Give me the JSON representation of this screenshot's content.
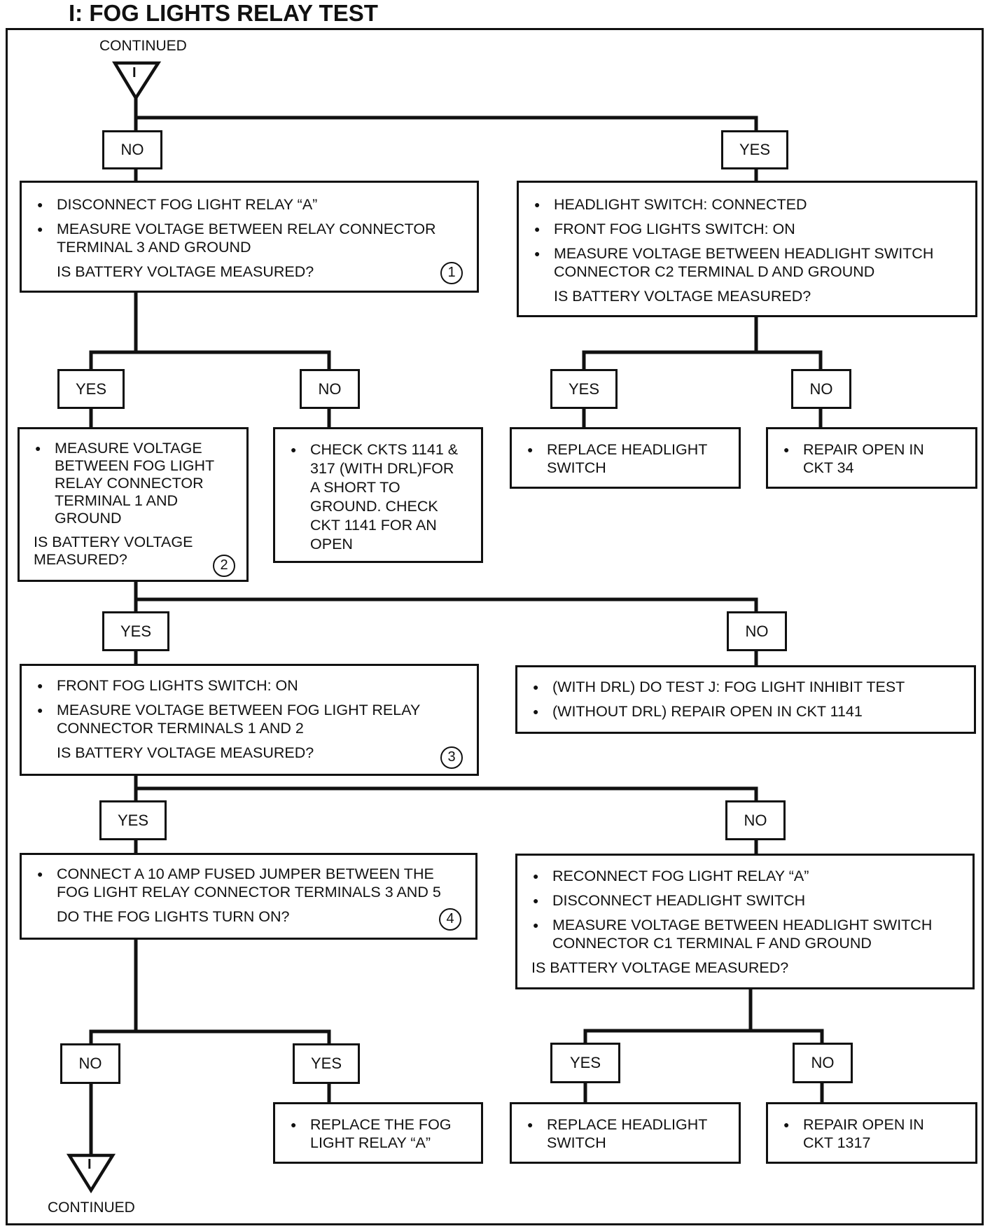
{
  "title": "I: FOG LIGHTS RELAY TEST",
  "continued_top": "CONTINUED",
  "continued_bottom": "CONTINUED",
  "connector_letter": "I",
  "labels": {
    "no_1": "NO",
    "yes_1": "YES",
    "yes_2": "YES",
    "no_2": "NO",
    "yes_3": "YES",
    "no_3": "NO",
    "yes_4": "YES",
    "no_4": "NO",
    "yes_5": "YES",
    "no_5": "NO",
    "no_6": "NO",
    "yes_6": "YES",
    "yes_7": "YES",
    "no_7": "NO"
  },
  "boxes": {
    "step1": {
      "items": [
        "DISCONNECT FOG LIGHT RELAY “A”",
        "MEASURE VOLTAGE BETWEEN RELAY CONNECTOR\nTERMINAL 3 AND GROUND"
      ],
      "question": "IS BATTERY VOLTAGE MEASURED?",
      "number": "1"
    },
    "headlight_check": {
      "items": [
        "HEADLIGHT SWITCH: CONNECTED",
        "FRONT FOG LIGHTS SWITCH: ON",
        "MEASURE VOLTAGE BETWEEN HEADLIGHT SWITCH\nCONNECTOR C2 TERMINAL D AND GROUND"
      ],
      "question": "IS BATTERY VOLTAGE MEASURED?"
    },
    "step2": {
      "items": [
        "MEASURE VOLTAGE\nBETWEEN FOG LIGHT\nRELAY CONNECTOR\nTERMINAL 1 AND\nGROUND"
      ],
      "question": "IS BATTERY VOLTAGE\nMEASURED?",
      "number": "2"
    },
    "check_ckts": {
      "items": [
        "CHECK CKTS 1141 &\n317 (WITH DRL)FOR\nA SHORT TO\nGROUND. CHECK\nCKT 1141 FOR AN\nOPEN"
      ]
    },
    "replace_headlight_1": {
      "items": [
        "REPLACE HEADLIGHT\nSWITCH"
      ]
    },
    "repair_ckt34": {
      "items": [
        "REPAIR OPEN IN\nCKT 34"
      ]
    },
    "step3": {
      "items": [
        "FRONT FOG LIGHTS SWITCH: ON",
        "MEASURE VOLTAGE BETWEEN FOG LIGHT RELAY\nCONNECTOR TERMINALS 1 AND 2"
      ],
      "question": "IS BATTERY VOLTAGE MEASURED?",
      "number": "3"
    },
    "drl_box": {
      "items": [
        "(WITH DRL) DO TEST J: FOG LIGHT INHIBIT TEST",
        "(WITHOUT DRL) REPAIR OPEN IN CKT 1141"
      ]
    },
    "step4": {
      "items": [
        "CONNECT A 10 AMP FUSED JUMPER BETWEEN THE\nFOG LIGHT RELAY CONNECTOR TERMINALS 3 AND 5"
      ],
      "question": "DO THE FOG LIGHTS TURN ON?",
      "number": "4"
    },
    "reconnect_box": {
      "items": [
        "RECONNECT FOG LIGHT RELAY “A”",
        "DISCONNECT HEADLIGHT SWITCH",
        "MEASURE VOLTAGE BETWEEN HEADLIGHT SWITCH\nCONNECTOR C1 TERMINAL F AND GROUND"
      ],
      "question": "IS BATTERY VOLTAGE MEASURED?"
    },
    "replace_relay": {
      "items": [
        "REPLACE THE FOG\nLIGHT RELAY “A”"
      ]
    },
    "replace_headlight_2": {
      "items": [
        "REPLACE HEADLIGHT\nSWITCH"
      ]
    },
    "repair_ckt1317": {
      "items": [
        "REPAIR OPEN IN\nCKT 1317"
      ]
    }
  }
}
